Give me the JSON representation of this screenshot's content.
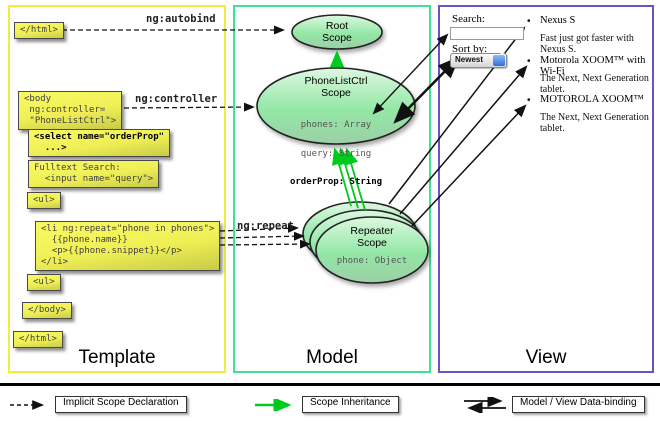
{
  "template_panel": {
    "label": "Template",
    "boxes": {
      "html_open": "</html>",
      "body_open": "<body\n ng:controller=\n \"PhoneListCtrl\">",
      "select": "<select name=\"orderProp\"\n  ...>",
      "fulltext": "Fulltext Search:\n  <input name=\"query\">",
      "ul_1": "<ul>",
      "li_repeat": "<li ng:repeat=\"phone in phones\">\n  {{phone.name}}\n  <p>{{phone.snippet}}</p>\n</li>",
      "ul_2": "<ul>",
      "body_close": "</body>",
      "html_close": "</html>"
    }
  },
  "model_panel": {
    "label": "Model",
    "root_scope": {
      "title": "Root\nScope"
    },
    "phonelist_scope": {
      "title": "PhoneListCtrl\nScope",
      "prop_phones": "phones: Array",
      "prop_query": "query: String",
      "prop_orderprop": "orderProp: String"
    },
    "repeater_scope": {
      "title": "Repeater\nScope",
      "prop_phone": "phone: Object"
    }
  },
  "view_panel": {
    "label": "View",
    "search_label": "Search:",
    "search_value": "",
    "sort_label": "Sort by:",
    "sort_value": "Newest",
    "bullet_glyph": "•",
    "items": [
      {
        "name": "Nexus S",
        "snippet": "Fast just got faster with Nexus S."
      },
      {
        "name": "Motorola XOOM™  with Wi-Fi",
        "snippet": "The Next, Next Generation tablet."
      },
      {
        "name": "MOTOROLA XOOM™",
        "snippet": "The Next, Next Generation tablet."
      }
    ]
  },
  "connector_labels": {
    "autobind": "ng:autobind",
    "controller": "ng:controller",
    "repeat": "ng:repeat"
  },
  "legend": {
    "implicit": "Implicit Scope Declaration",
    "inheritance": "Scope Inheritance",
    "databinding": "Model / View Data-binding"
  },
  "colors": {
    "template_border": "#f0ee3c",
    "model_border": "#3fe294",
    "view_border": "#6456c6",
    "inheritance_green": "#00ca1d",
    "code_box_yellow": "#efef55"
  }
}
